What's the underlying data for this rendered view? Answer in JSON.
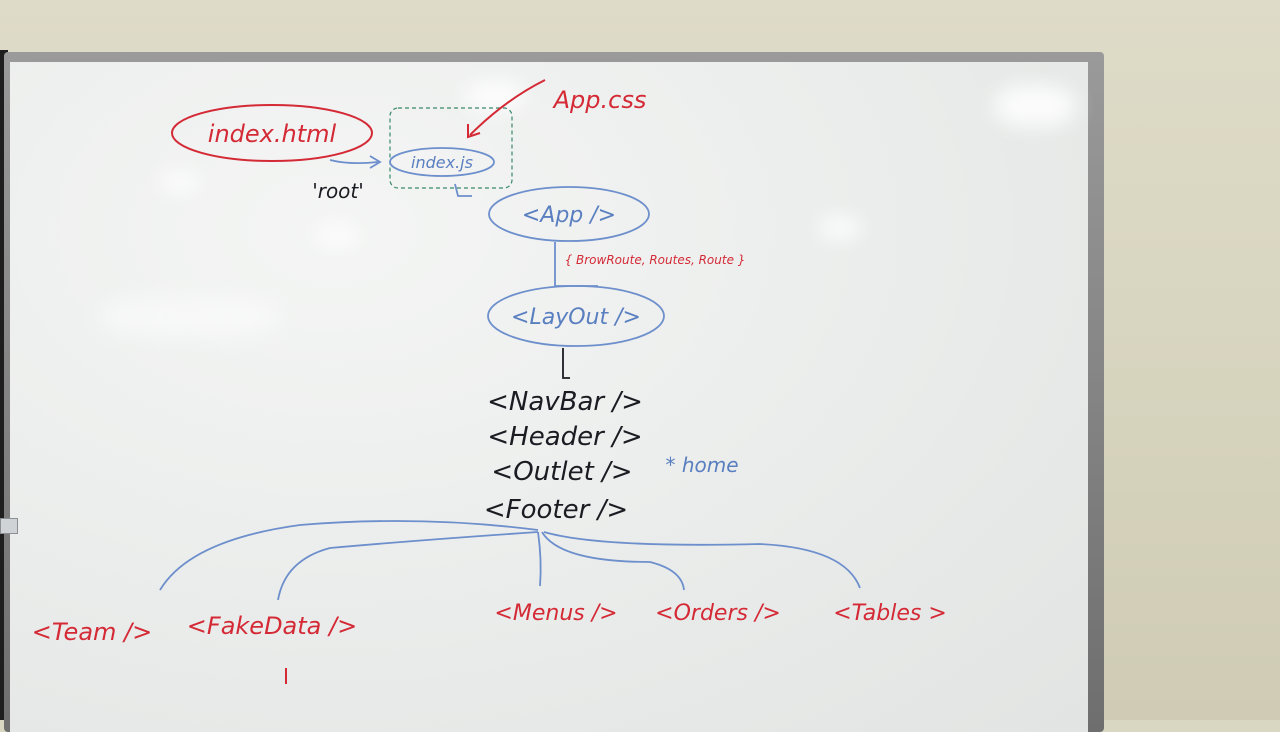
{
  "nodes": {
    "index_html": "index.html",
    "root_label": "'root'",
    "index_js": "index.js",
    "app_css": "App.css",
    "app": "<App />",
    "app_imports": "{ BrowRoute, Routes, Route }",
    "layout": "<LayOut />",
    "navbar": "<NavBar />",
    "header": "<Header />",
    "outlet": "<Outlet />",
    "outlet_note": "* home",
    "footer": "<Footer />",
    "team": "<Team />",
    "fakedata": "<FakeData />",
    "menus": "<Menus />",
    "orders": "<Orders />",
    "tables": "<Tables >"
  },
  "colors": {
    "red_marker": "#d42a36",
    "blue_marker": "#5a7fc0",
    "black_marker": "#1b1b22",
    "green_marker": "#3a8a6a"
  }
}
